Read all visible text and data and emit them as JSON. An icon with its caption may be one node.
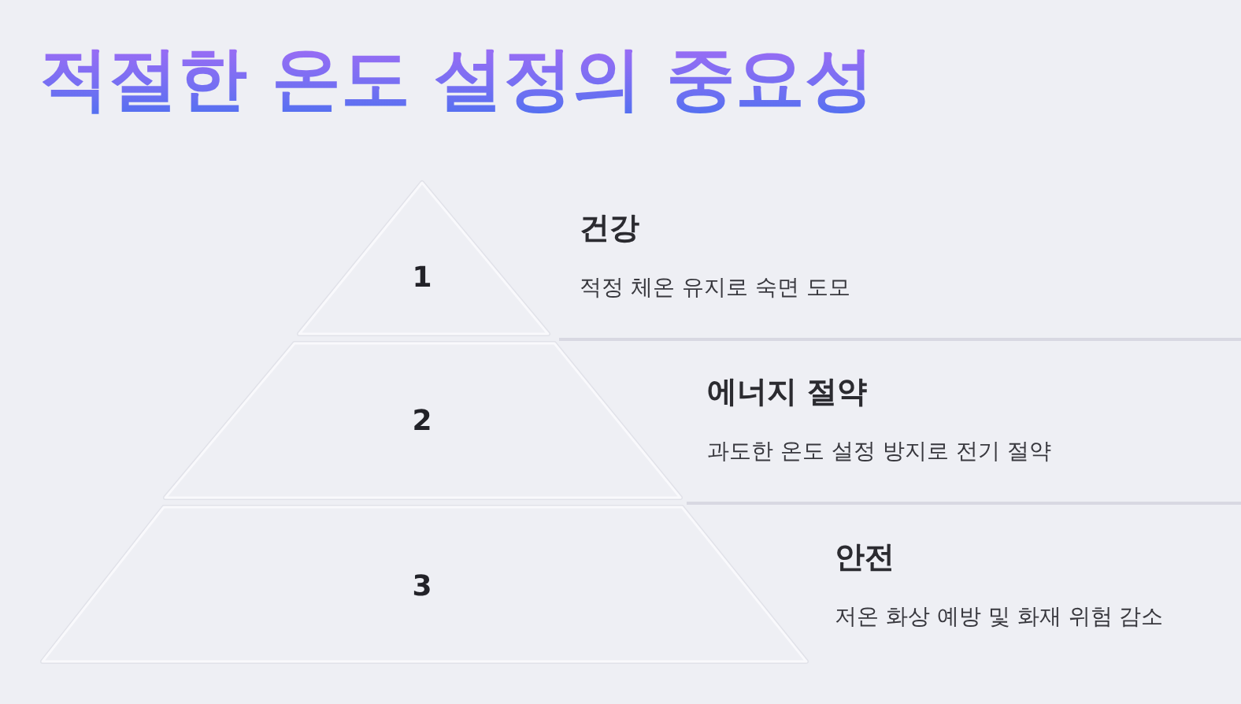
{
  "diagram": {
    "title": "적절한 온도 설정의 중요성",
    "nodes": [
      {
        "text": [
          "1"
        ],
        "beside": [
          "건강",
          "적정 체온 유지로 숙면 도모"
        ]
      },
      {
        "text": [
          "2"
        ],
        "beside": [
          "에너지 절약",
          "과도한 온도 설정 방지로 전기 절약"
        ]
      },
      {
        "text": [
          "3"
        ],
        "beside": [
          "안전",
          "저온 화상 예방 및 화재 위험 감소"
        ]
      }
    ],
    "edges": []
  }
}
